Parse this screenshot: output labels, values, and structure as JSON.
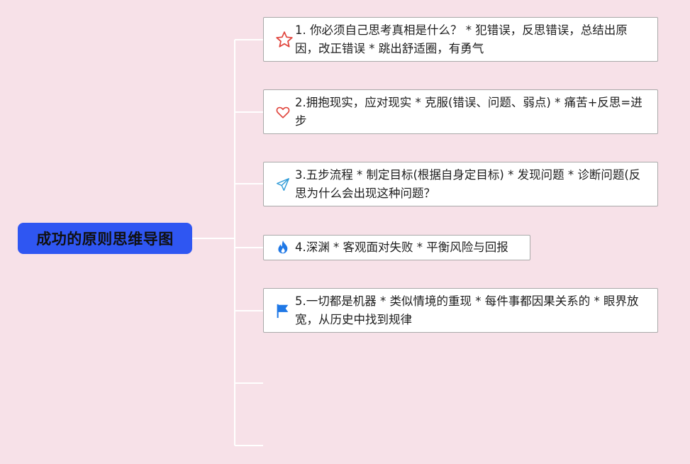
{
  "mindmap": {
    "root": {
      "label": "成功的原则思维导图"
    },
    "branches": [
      {
        "icon": "star-icon",
        "label": "1. 你必须自己思考真相是什么？ * 犯错误，反思错误，总结出原因，改正错误 * 跳出舒适圈，有勇气"
      },
      {
        "icon": "heart-icon",
        "label": "2.拥抱现实，应对现实 * 克服(错误、问题、弱点) * 痛苦+反思=进步"
      },
      {
        "icon": "paper-plane-icon",
        "label": "3.五步流程 * 制定目标(根据自身定目标) * 发现问题 * 诊断问题(反思为什么会出现这种问题？"
      },
      {
        "icon": "fire-icon",
        "label": "4.深渊 * 客观面对失败 * 平衡风险与回报"
      },
      {
        "icon": "flag-icon",
        "label": "5.一切都是机器 * 类似情境的重现 * 每件事都因果关系的 * 眼界放宽，从历史中找到规律"
      }
    ]
  },
  "colors": {
    "background": "#f7e1e8",
    "root_fill": "#2f56f2",
    "connector": "#ffffff",
    "node_border": "#a9a9a9",
    "star": "#e0443c",
    "heart": "#e0443c",
    "paper_plane": "#2f9bd8",
    "fire": "#1f78e6",
    "flag": "#1f78e6"
  }
}
